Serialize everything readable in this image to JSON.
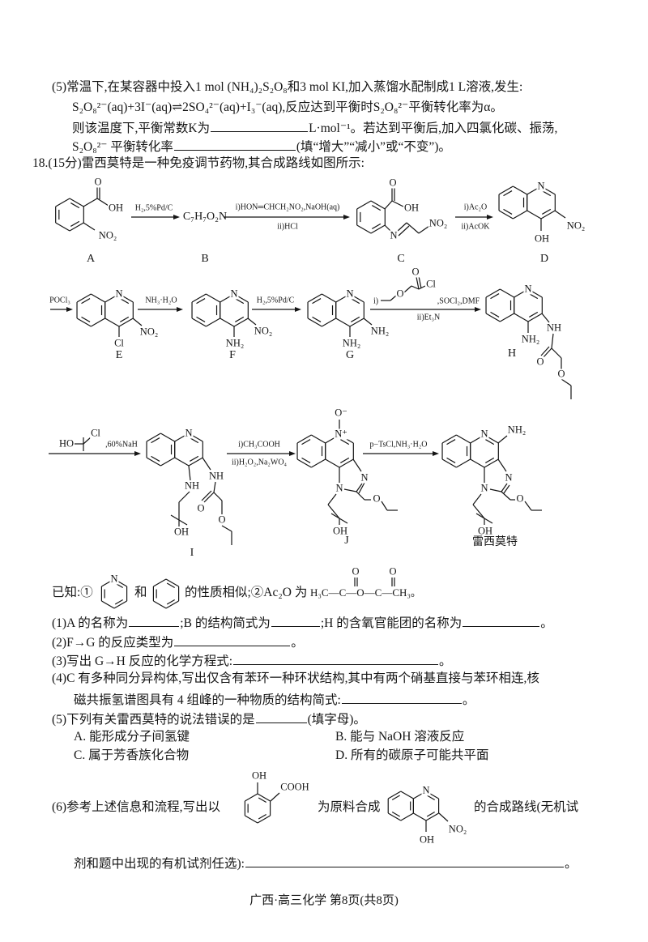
{
  "q17_5": {
    "l1": "(5)常温下,在某容器中投入1 mol (NH₄)₂S₂O₈和3 mol KI,加入蒸馏水配制成1 L溶液,发生:",
    "l2": "S₂O₈²⁻(aq)+3I⁻(aq)⇌2SO₄²⁻(aq)+I₃⁻(aq),反应达到平衡时S₂O₈²⁻平衡转化率为α。",
    "l3a": "则该温度下,平衡常数K为",
    "l3b": "L·mol⁻¹。若达到平衡后,加入四氯化碳、振荡,",
    "l4a": "S₂O₈²⁻ 平衡转化率",
    "l4b": "(填“增大”“减小”或“不变”)。"
  },
  "q18": {
    "header": "18.(15分)雷西莫特是一种免疫调节药物,其合成路线如图所示:",
    "known_prefix": "已知:①",
    "known_and": "和",
    "known_mid": "的性质相似;②Ac₂O 为",
    "ac2o_formula": "H₃C—C—O—C—CH₃。",
    "p1a": "(1)A 的名称为",
    "p1b": ";B 的结构简式为",
    "p1c": ";H 的含氧官能团的名称为",
    "end": "。",
    "p2a": "(2)F→G 的反应类型为",
    "p3a": "(3)写出 G→H 反应的化学方程式:",
    "p4a": "(4)C 有多种同分异构体,写出仅含有苯环一种环状结构,其中有两个硝基直接与苯环相连,核",
    "p4b": "磁共振氢谱图具有 4 组峰的一种物质的结构简式:",
    "p5a": "(5)下列有关雷西莫特的说法错误的是",
    "p5b": "(填字母)。",
    "options": [
      "A. 能形成分子间氢键",
      "B. 能与 NaOH 溶液反应",
      "C. 属于芳香族化合物",
      "D. 所有的碳原子可能共平面"
    ],
    "p6a": "(6)参考上述信息和流程,写出以",
    "p6b": "为原料合成",
    "p6c": "的合成路线(无机试",
    "p6d": "剂和题中出现的有机试剂任选):"
  },
  "scheme": {
    "compound_labels": {
      "A": "A",
      "B": "B",
      "C": "C",
      "D": "D",
      "E": "E",
      "F": "F",
      "G": "G",
      "H": "H",
      "I": "I",
      "J": "J",
      "product": "雷西莫特"
    },
    "B_formula": "C₇H₇O₂N",
    "reagents": {
      "A_B": "H₂,5%Pd/C",
      "B_C_i": "i)HON═CHCH₂NO₂,NaOH(aq)",
      "B_C_ii": "ii)HCl",
      "C_D_i": "i)Ac₂O",
      "C_D_ii": "ii)AcOK",
      "D_E": "POCl₃",
      "E_F": "NH₃·H₂O",
      "F_G": "H₂,5%Pd/C",
      "G_H_i": "i)",
      "G_H_cond": ",SOCl₂,DMF",
      "G_H_ii": "ii)Et₃N",
      "H_I_cond": ",60%NaH",
      "I_J_i": "i)CH₃COOH",
      "I_J_ii": "ii)H₂O₂,Na₂WO₄",
      "J_product": "p−TsCl,NH₃·H₂O"
    },
    "atoms": {
      "OH": "OH",
      "O": "O",
      "NO2": "NO₂",
      "N": "N",
      "Cl": "Cl",
      "NH2": "NH₂",
      "NH": "NH",
      "HO": "HO",
      "N_plus": "N⁺",
      "O_minus": "O⁻",
      "COOH": "COOH"
    }
  },
  "footer": "广西·高三化学  第8页(共8页)"
}
